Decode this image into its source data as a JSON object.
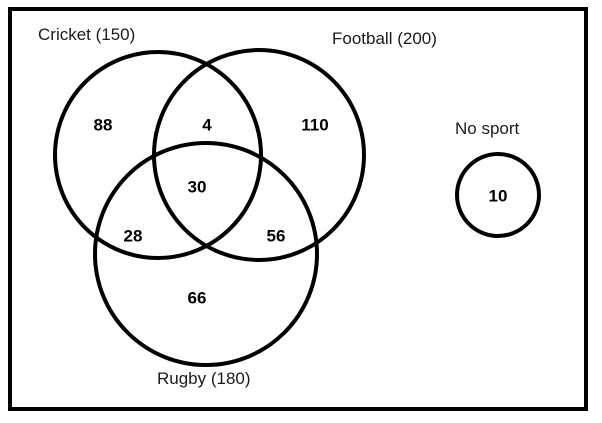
{
  "diagram": {
    "title_present": false,
    "frame_color": "#000000",
    "background_color": "#ffffff",
    "stroke_color": "#000000",
    "text_color": "#1a1a1a"
  },
  "chart_data": {
    "type": "venn",
    "title": "",
    "sets": [
      {
        "key": "cricket",
        "label": "Cricket (150)",
        "total": 150
      },
      {
        "key": "football",
        "label": "Football (200)",
        "total": 200
      },
      {
        "key": "rugby",
        "label": "Rugby (180)",
        "total": 180
      }
    ],
    "regions": [
      {
        "key": "cricket_only",
        "label": "88",
        "value": 88
      },
      {
        "key": "cricket_football",
        "label": "4",
        "value": 4
      },
      {
        "key": "football_only",
        "label": "110",
        "value": 110
      },
      {
        "key": "cricket_football_rugby",
        "label": "30",
        "value": 30
      },
      {
        "key": "cricket_rugby",
        "label": "28",
        "value": 28
      },
      {
        "key": "football_rugby",
        "label": "56",
        "value": 56
      },
      {
        "key": "rugby_only",
        "label": "66",
        "value": 66
      }
    ],
    "outside": {
      "key": "no_sport",
      "label": "No sport",
      "value_label": "10",
      "value": 10
    }
  },
  "labels": {
    "cricket": "Cricket (150)",
    "football": "Football (200)",
    "rugby": "Rugby (180)",
    "no_sport": "No sport"
  },
  "values": {
    "cricket_only": "88",
    "cricket_football": "4",
    "football_only": "110",
    "all_three": "30",
    "cricket_rugby": "28",
    "football_rugby": "56",
    "rugby_only": "66",
    "no_sport": "10"
  }
}
